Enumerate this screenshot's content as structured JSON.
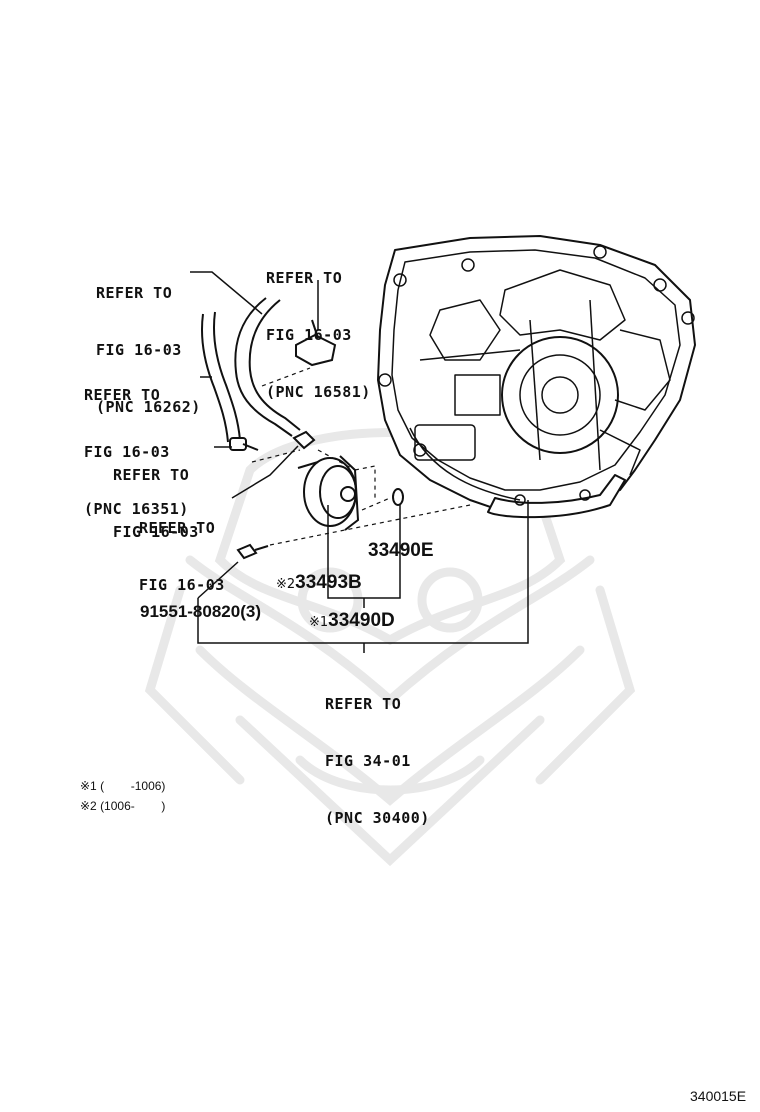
{
  "references": {
    "ref_16262": [
      "REFER TO",
      "FIG 16-03",
      "(PNC 16262)"
    ],
    "ref_16581": [
      "REFER TO",
      "FIG 16-03",
      "(PNC 16581)"
    ],
    "ref_16351": [
      "REFER TO",
      "FIG 16-03",
      "(PNC 16351)"
    ],
    "ref_clamp": [
      "REFER TO",
      "FIG 16-03"
    ],
    "ref_fitting": [
      "REFER TO",
      "FIG 16-03"
    ],
    "ref_30400": [
      "REFER TO",
      "FIG 34-01",
      "(PNC 30400)"
    ]
  },
  "parts": {
    "p33490e": "33490E",
    "p33493b_mark": "※2",
    "p33493b": "33493B",
    "p91551": "91551-80820(3)",
    "p33490d_mark": "※1",
    "p33490d": "33490D"
  },
  "notes": {
    "note1": "※1 (        -1006)",
    "note2": "※2 (1006-        )"
  },
  "figure_code": "340015E",
  "colors": {
    "ink": "#111111",
    "watermark": "#e6e6e6"
  }
}
